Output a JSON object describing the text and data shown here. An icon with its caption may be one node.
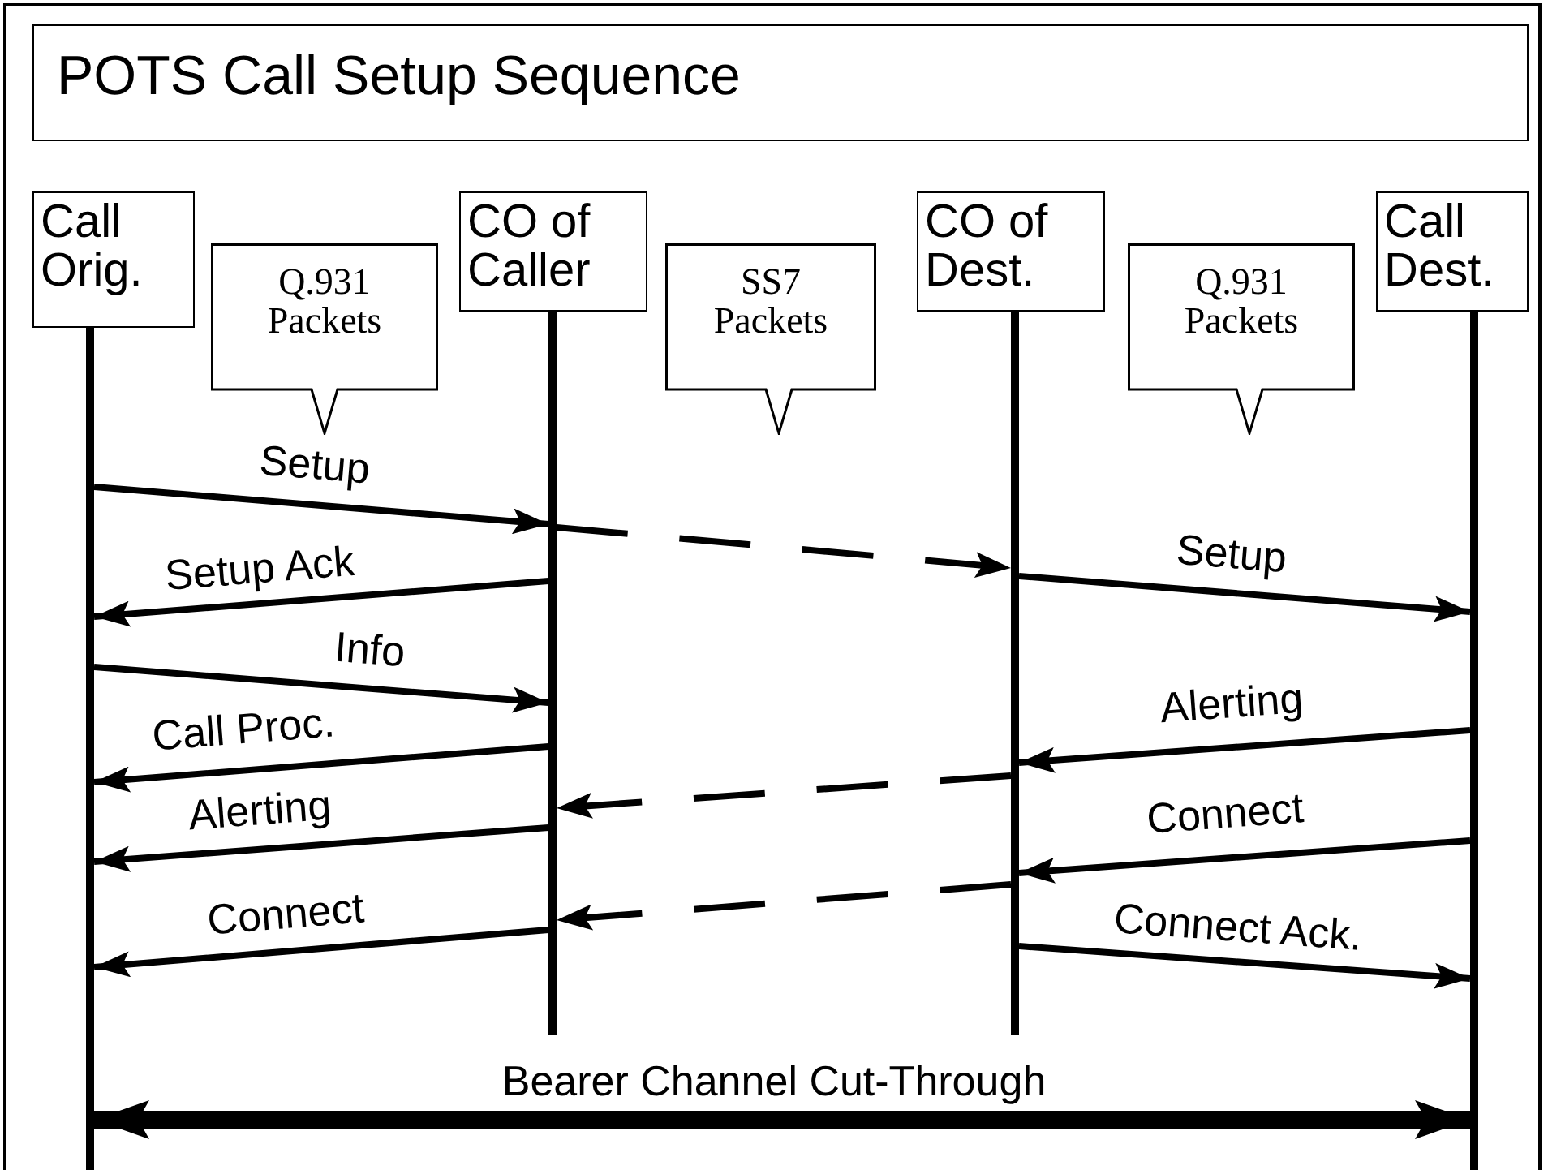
{
  "diagram": {
    "title": "POTS Call Setup Sequence",
    "nodes": [
      {
        "text": [
          "Call Orig."
        ]
      },
      {
        "text": [
          "CO of Caller"
        ]
      },
      {
        "text": [
          "CO of Dest."
        ]
      },
      {
        "text": [
          "Call Dest."
        ]
      },
      {
        "text": [],
        "shape": "bar"
      },
      {
        "text": [],
        "shape": "bar"
      },
      {
        "text": [],
        "shape": "bar"
      },
      {
        "text": [],
        "shape": "bar"
      },
      {
        "text": [
          "Q.931 Packets"
        ]
      },
      {
        "text": [
          "SS7 Packets"
        ]
      },
      {
        "text": [
          "Q.931 Packets"
        ]
      }
    ],
    "edges": [
      {
        "from": 4,
        "to": 5,
        "arrow": "to",
        "label": "Setup"
      },
      {
        "from": 5,
        "to": 4,
        "arrow": "to",
        "label": "Setup Ack"
      },
      {
        "from": 4,
        "to": 5,
        "arrow": "to",
        "label": "Info"
      },
      {
        "from": 5,
        "to": 4,
        "arrow": "to",
        "label": "Call Proc."
      },
      {
        "from": 5,
        "to": 4,
        "arrow": "to",
        "label": "Alerting"
      },
      {
        "from": 5,
        "to": 4,
        "arrow": "to",
        "label": "Connect"
      },
      {
        "from": 5,
        "to": 6,
        "arrow": "to",
        "style": "dashed"
      },
      {
        "from": 6,
        "to": 5,
        "arrow": "to",
        "style": "dashed"
      },
      {
        "from": 6,
        "to": 5,
        "arrow": "to",
        "style": "dashed"
      },
      {
        "from": 6,
        "to": 7,
        "arrow": "to",
        "label": "Setup"
      },
      {
        "from": 7,
        "to": 6,
        "arrow": "to",
        "label": "Alerting"
      },
      {
        "from": 7,
        "to": 6,
        "arrow": "to",
        "label": "Connect"
      },
      {
        "from": 6,
        "to": 7,
        "arrow": "to",
        "label": "Connect Ack."
      },
      {
        "from": 4,
        "to": 7,
        "arrow": "both",
        "label": "Bearer Channel Cut-Through",
        "style": "thick"
      }
    ]
  }
}
